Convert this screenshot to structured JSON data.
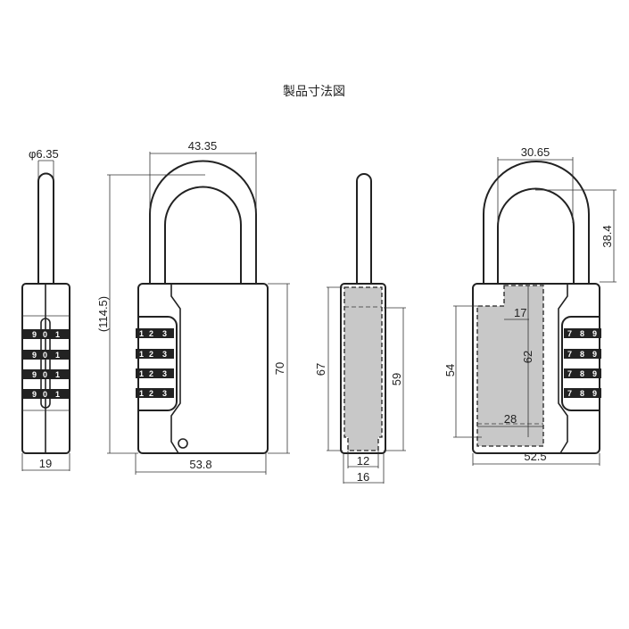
{
  "title": "製品寸法図",
  "side_view": {
    "shackle_diameter": "φ6.35",
    "width": "19",
    "dial_digits": [
      "9",
      "0",
      "1"
    ]
  },
  "front_view": {
    "shackle_width": "43.35",
    "total_height": "(114.5)",
    "body_height": "70",
    "body_width": "53.8",
    "dial_digits": [
      "1",
      "2",
      "3"
    ]
  },
  "interior_side_view": {
    "outer_height": "67",
    "inner_height": "59",
    "inner_width": "12",
    "outer_width": "16"
  },
  "back_view": {
    "shackle_inner_width": "30.65",
    "shackle_clearance": "38.4",
    "inner_height_left": "54",
    "inner_height": "62",
    "notch_width": "17",
    "inner_width": "28",
    "body_width": "52.5",
    "dial_digits": [
      "7",
      "8",
      "9"
    ]
  },
  "colors": {
    "line": "#222222",
    "cavity": "#c8c8c8"
  }
}
